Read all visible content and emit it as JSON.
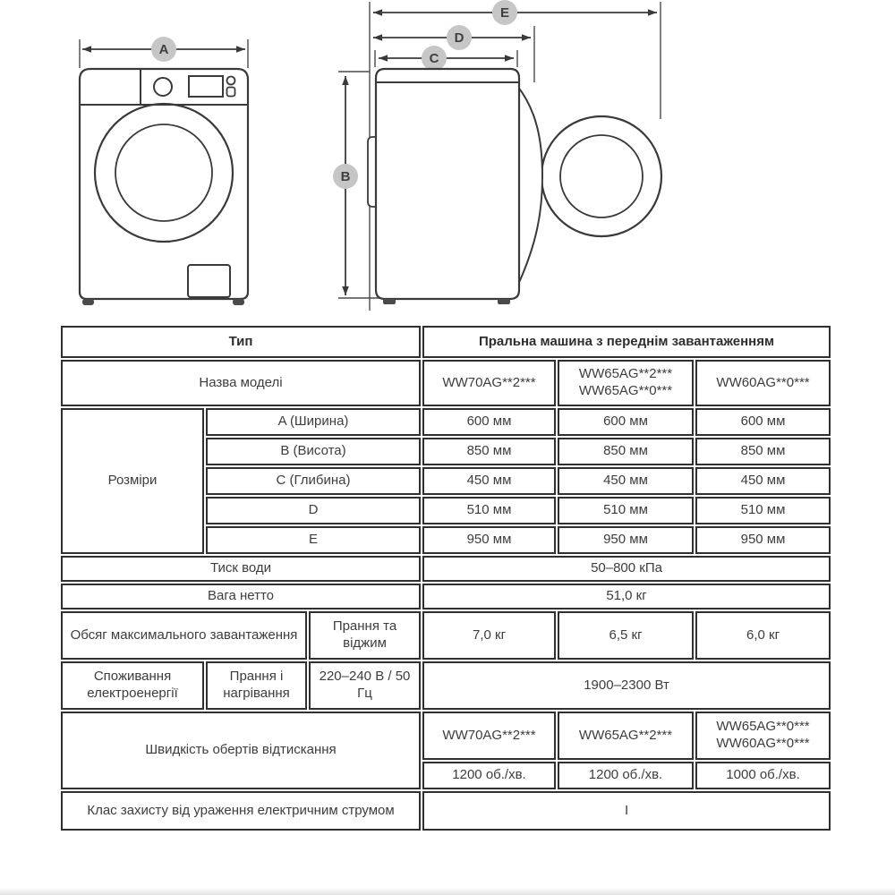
{
  "diagram": {
    "dim_labels": {
      "a": "A",
      "b": "B",
      "c": "C",
      "d": "D",
      "e": "E"
    }
  },
  "table": {
    "rows": {
      "type": {
        "label": "Тип",
        "value": "Пральна машина з переднім завантаженням"
      },
      "model": {
        "label": "Назва моделі",
        "values": [
          "WW70AG**2***",
          "WW65AG**2***\nWW65AG**0***",
          "WW60AG**0***"
        ]
      },
      "dimensions": {
        "group_label": "Розміри",
        "items": [
          {
            "label": "A (Ширина)",
            "values": [
              "600 мм",
              "600 мм",
              "600 мм"
            ]
          },
          {
            "label": "B (Висота)",
            "values": [
              "850 мм",
              "850 мм",
              "850 мм"
            ]
          },
          {
            "label": "C (Глибина)",
            "values": [
              "450 мм",
              "450 мм",
              "450 мм"
            ]
          },
          {
            "label": "D",
            "values": [
              "510 мм",
              "510 мм",
              "510 мм"
            ]
          },
          {
            "label": "E",
            "values": [
              "950 мм",
              "950 мм",
              "950 мм"
            ]
          }
        ]
      },
      "water_pressure": {
        "label": "Тиск води",
        "value": "50–800 кПа"
      },
      "net_weight": {
        "label": "Вага нетто",
        "value": "51,0 кг"
      },
      "max_load": {
        "label": "Обсяг максимального завантаження",
        "sublabel": "Прання та віджим",
        "values": [
          "7,0 кг",
          "6,5 кг",
          "6,0 кг"
        ]
      },
      "power": {
        "label": "Споживання електроенергії",
        "sublabel": "Прання і нагрівання",
        "voltage": "220–240 В / 50 Гц",
        "value": "1900–2300 Вт"
      },
      "spin_speed": {
        "label": "Швидкість обертів відтискання",
        "models": [
          "WW70AG**2***",
          "WW65AG**2***",
          "WW65AG**0***\nWW60AG**0***"
        ],
        "values": [
          "1200 об./хв.",
          "1200 об./хв.",
          "1000 об./хв."
        ]
      },
      "protection_class": {
        "label": "Клас захисту від ураження електричним струмом",
        "value": "I"
      }
    }
  }
}
